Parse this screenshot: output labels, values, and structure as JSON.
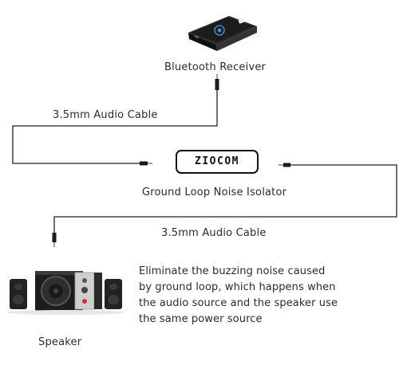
{
  "diagram": {
    "receiver_label": "Bluetooth Receiver",
    "cable_label_top": "3.5mm Audio Cable",
    "isolator_brand": "ZIOCOM",
    "isolator_label": "Ground Loop Noise Isolator",
    "cable_label_bottom": "3.5mm Audio Cable",
    "description_lines": [
      "Eliminate the buzzing noise caused",
      "by ground loop, which happens when",
      "the audio source and the speaker use",
      "the same power source"
    ],
    "speaker_label": "Speaker"
  },
  "colors": {
    "wire": "#222222",
    "text": "#2b2b2b",
    "device_dark": "#1a1a1a",
    "device_blue": "#3a8bd6"
  }
}
